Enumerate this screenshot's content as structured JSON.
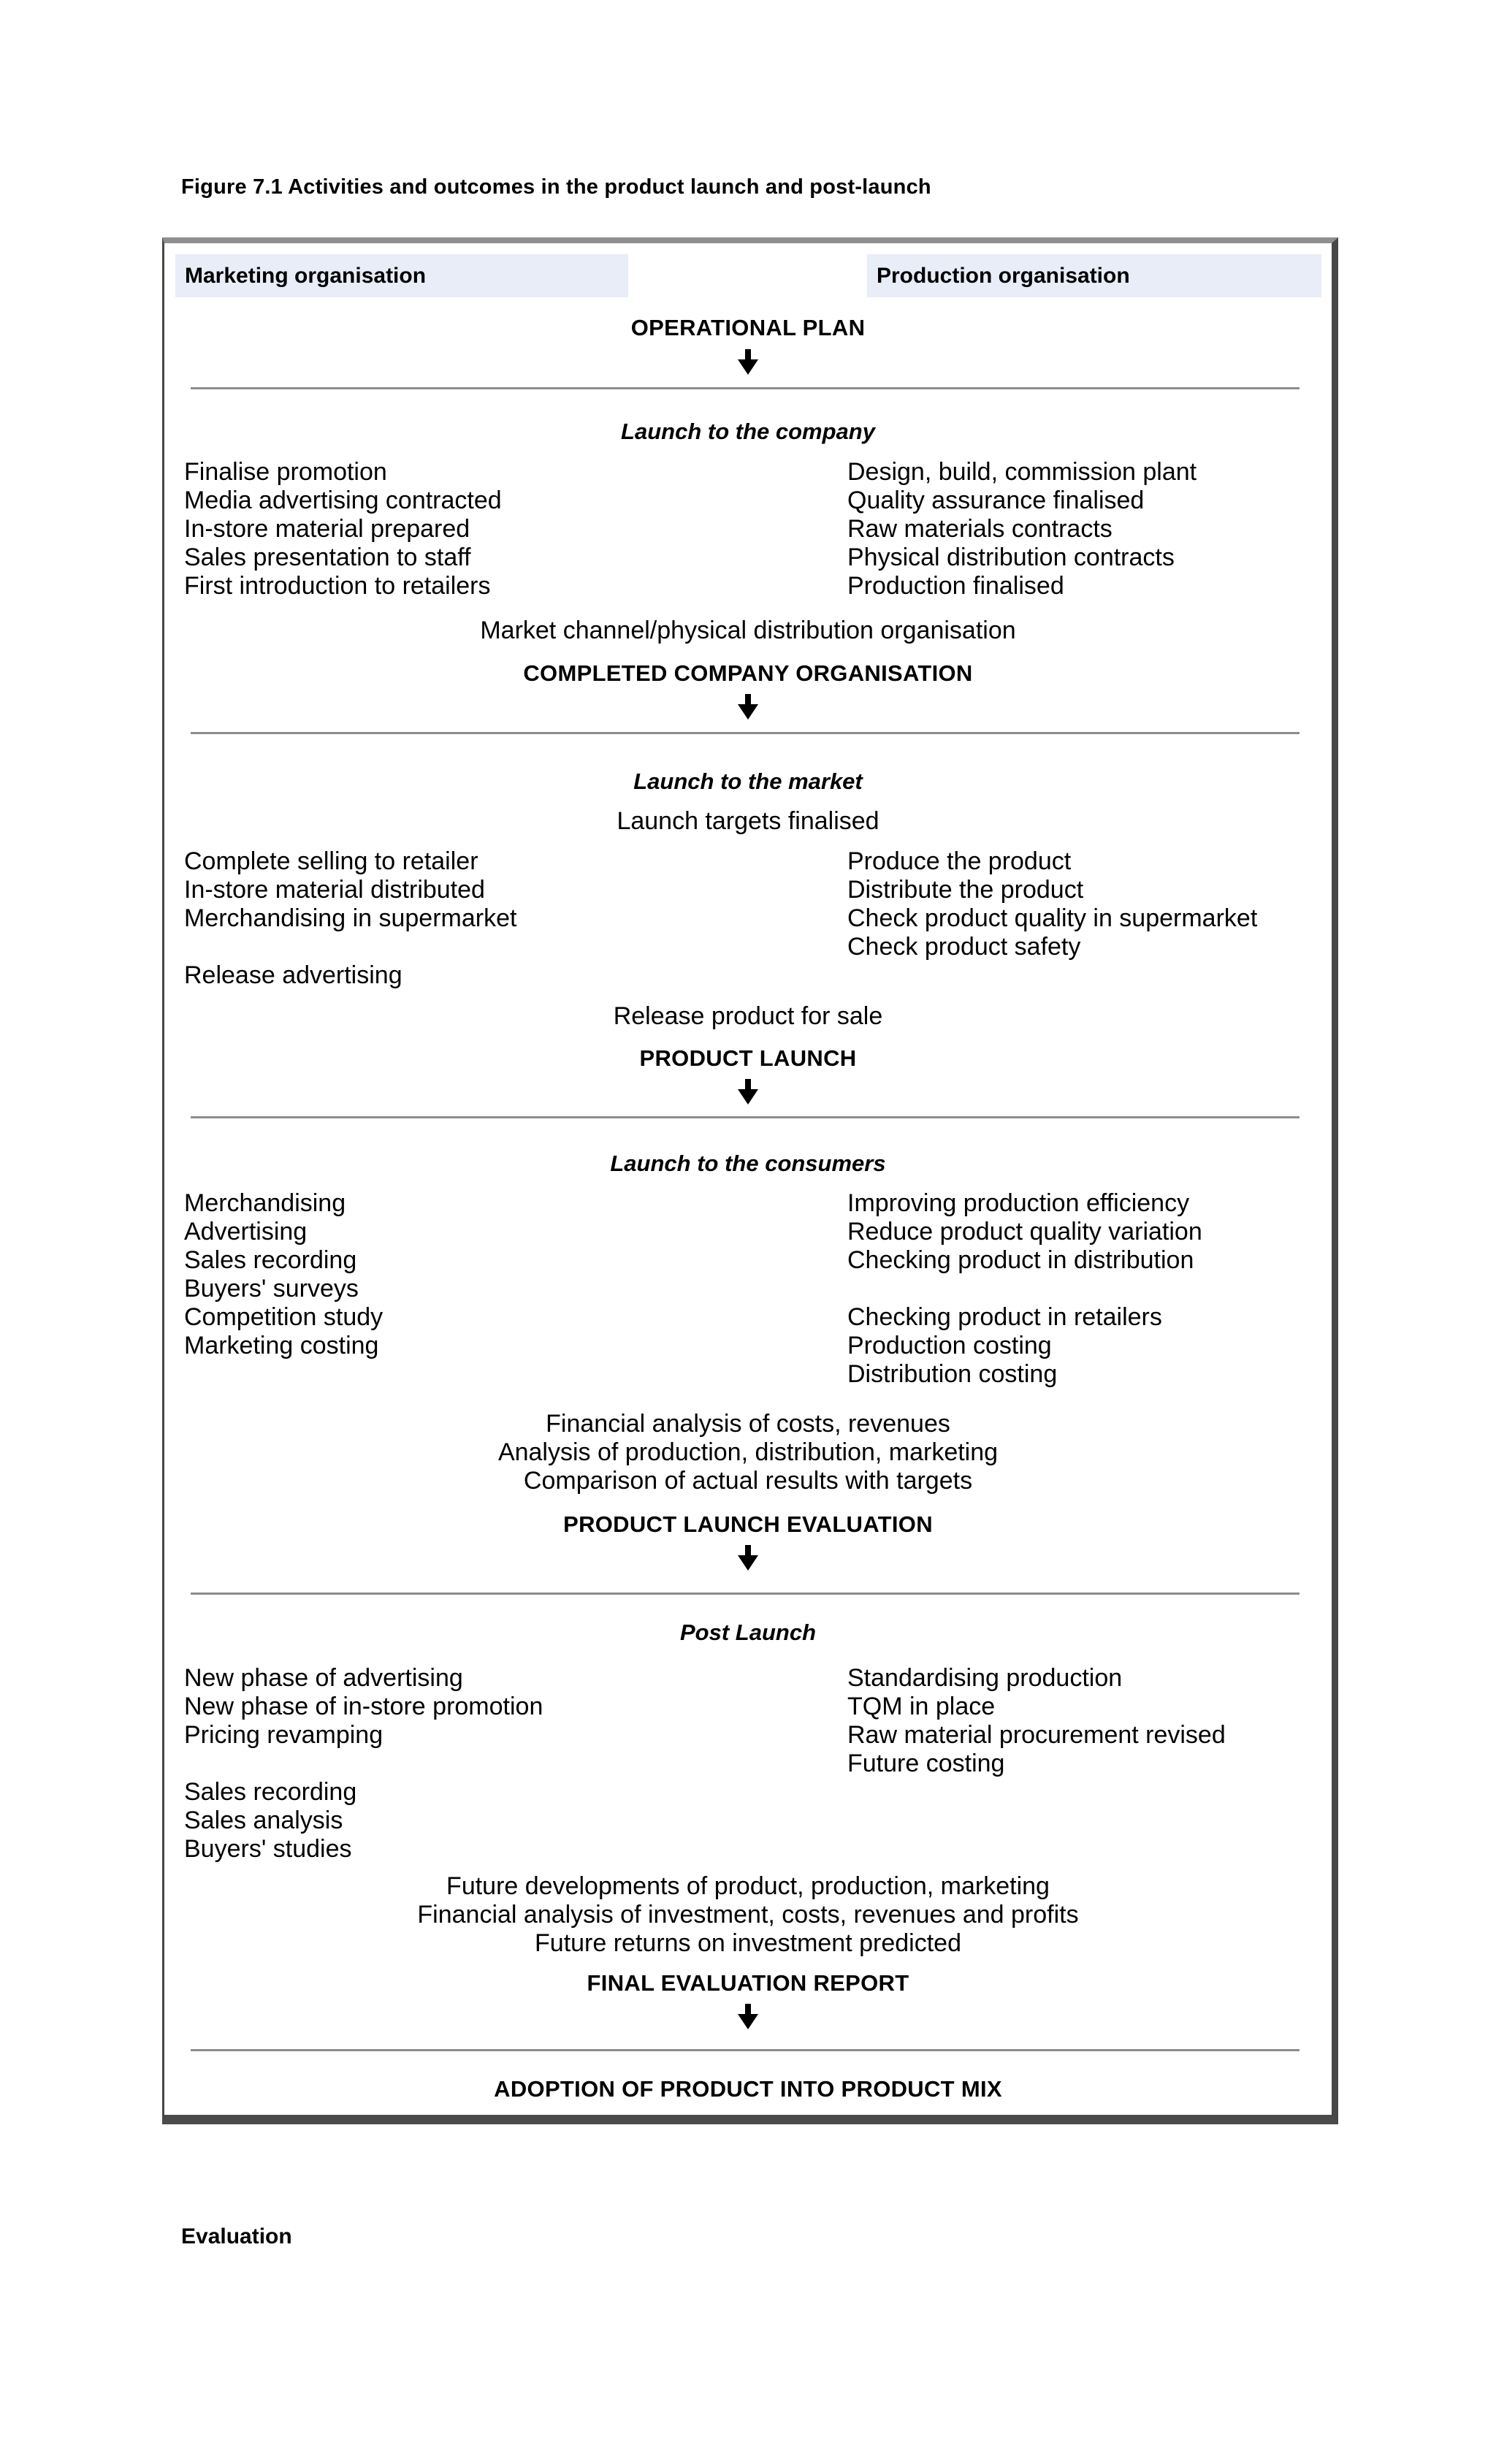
{
  "title": "Figure 7.1 Activities and outcomes in the product launch and post-launch",
  "headers": {
    "left": "Marketing organisation",
    "right": "Production organisation"
  },
  "flow": {
    "operational_plan": "OPERATIONAL PLAN",
    "s1": {
      "heading": "Launch to the company",
      "left": [
        "Finalise promotion",
        "Media advertising contracted",
        "In-store material prepared",
        "Sales presentation to staff",
        "First introduction to retailers"
      ],
      "right": [
        "Design, build, commission plant",
        "Quality assurance finalised",
        "Raw materials contracts",
        "Physical distribution contracts",
        "Production finalised"
      ],
      "center": "Market channel/physical distribution organisation",
      "outcome": "COMPLETED COMPANY ORGANISATION"
    },
    "s2": {
      "heading": "Launch to the market",
      "intro": "Launch targets finalised",
      "left": [
        "Complete selling to retailer",
        "In-store material distributed",
        "Merchandising in supermarket"
      ],
      "left2": [
        "Release advertising"
      ],
      "right": [
        "Produce the product",
        "Distribute the product",
        "Check product quality in supermarket",
        "Check product safety"
      ],
      "center": "Release product for sale",
      "outcome": "PRODUCT LAUNCH"
    },
    "s3": {
      "heading": "Launch to the consumers",
      "left": [
        "Merchandising",
        "Advertising",
        "Sales recording",
        "Buyers' surveys",
        "Competition study",
        "Marketing costing"
      ],
      "right_a": [
        "Improving production efficiency",
        "Reduce product quality variation",
        "Checking product in distribution"
      ],
      "right_b": [
        "Checking product in retailers",
        "Production costing",
        "Distribution costing"
      ],
      "center_lines": [
        "Financial analysis of costs, revenues",
        "Analysis of production, distribution, marketing",
        "Comparison of actual results with targets"
      ],
      "outcome": "PRODUCT LAUNCH EVALUATION"
    },
    "s4": {
      "heading": "Post Launch",
      "left": [
        "New phase of advertising",
        "New phase of in-store promotion",
        "Pricing revamping"
      ],
      "left2": [
        "Sales recording",
        "Sales analysis",
        "Buyers' studies"
      ],
      "right": [
        "Standardising production",
        "TQM in place",
        "Raw material procurement revised",
        "Future costing"
      ],
      "center_lines": [
        "Future developments of product, production, marketing",
        "Financial analysis of investment, costs, revenues and profits",
        "Future returns on investment predicted"
      ],
      "outcome": "FINAL EVALUATION REPORT"
    },
    "final": "ADOPTION OF PRODUCT INTO PRODUCT MIX"
  },
  "footer_heading": "Evaluation",
  "icons": {
    "down_arrow": "⬇"
  },
  "colors": {
    "header_bg": "#e8edf8",
    "box_border_top": "#8f8f8f",
    "box_shadow": "#4a4a4a",
    "divider": "#8c8c8c",
    "text": "#000000"
  }
}
